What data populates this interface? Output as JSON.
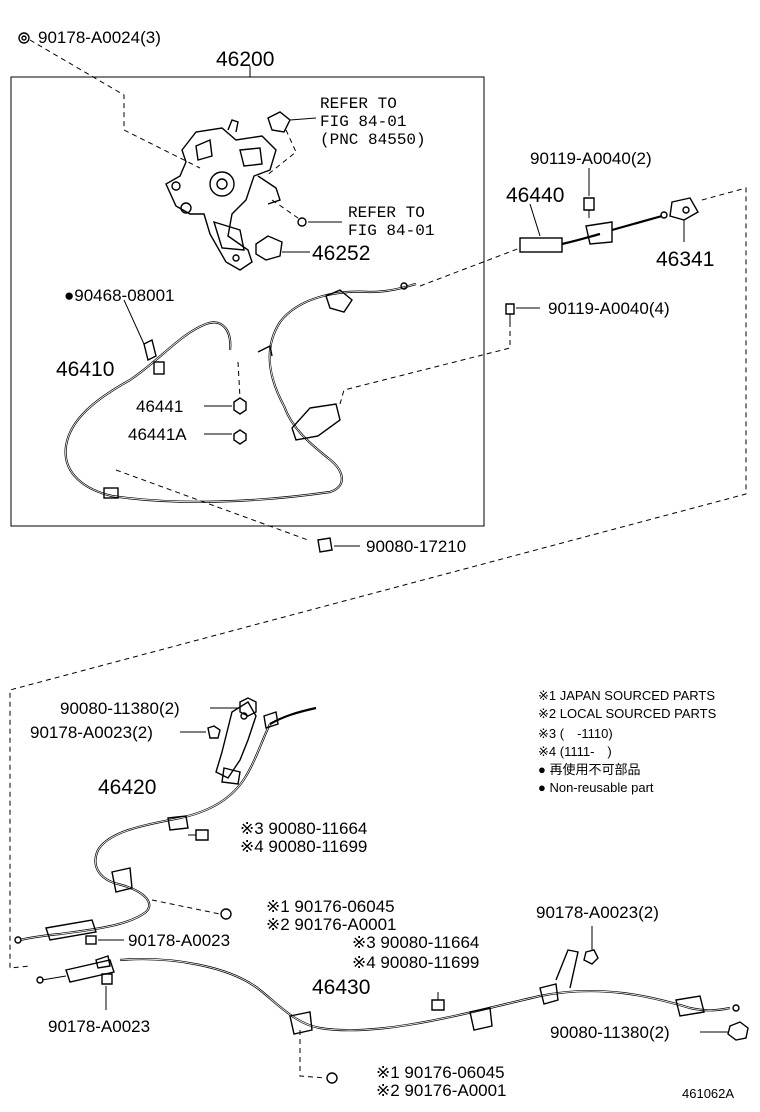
{
  "parts": {
    "p_90178_A0024": "90178-A0024(3)",
    "p_46200": "46200",
    "refer1_l1": "REFER TO",
    "refer1_l2": "FIG 84-01",
    "refer1_l3": "(PNC 84550)",
    "refer2_l1": "REFER TO",
    "refer2_l2": "FIG 84-01",
    "p_46252": "46252",
    "p_90119_A0040_2": "90119-A0040(2)",
    "p_46440": "46440",
    "p_46341": "46341",
    "p_90468_08001": "●90468-08001",
    "p_90119_A0040_4": "90119-A0040(4)",
    "p_46410": "46410",
    "p_46441": "46441",
    "p_46441A": "46441A",
    "p_90080_17210": "90080-17210",
    "p_90080_11380_2a": "90080-11380(2)",
    "p_90178_A0023_2a": "90178-A0023(2)",
    "p_46420": "46420",
    "p_x3_90080_11664a": "※3 90080-11664",
    "p_x4_90080_11699a": "※4 90080-11699",
    "p_x1_90176_06045a": "※1 90176-06045",
    "p_x2_90176_A0001a": "※2 90176-A0001",
    "p_90178_A0023a": "90178-A0023",
    "p_90178_A0023_2b": "90178-A0023(2)",
    "p_x3_90080_11664b": "※3 90080-11664",
    "p_x4_90080_11699b": "※4 90080-11699",
    "p_46430": "46430",
    "p_90178_A0023b": "90178-A0023",
    "p_90080_11380_2b": "90080-11380(2)",
    "p_x1_90176_06045b": "※1 90176-06045",
    "p_x2_90176_A0001b": "※2 90176-A0001",
    "figure_id": "461062A"
  },
  "legend": {
    "l1": "※1 JAPAN SOURCED PARTS",
    "l2": "※2 LOCAL SOURCED PARTS",
    "l3": "※3 (　-1110)",
    "l4": "※4 (1111-　)",
    "l5": "● 再使用不可部品",
    "l6": "● Non-reusable part"
  }
}
